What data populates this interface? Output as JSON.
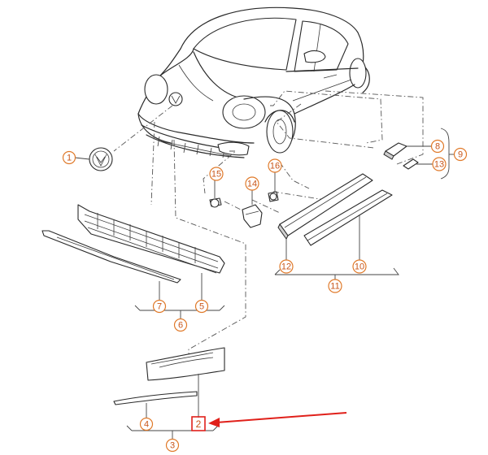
{
  "diagram": {
    "callouts": [
      {
        "id": "c1",
        "label": "1"
      },
      {
        "id": "c2",
        "label": "2",
        "highlighted": true
      },
      {
        "id": "c3",
        "label": "3"
      },
      {
        "id": "c4",
        "label": "4"
      },
      {
        "id": "c5",
        "label": "5"
      },
      {
        "id": "c6",
        "label": "6"
      },
      {
        "id": "c7",
        "label": "7"
      },
      {
        "id": "c8",
        "label": "8"
      },
      {
        "id": "c9",
        "label": "9"
      },
      {
        "id": "c10",
        "label": "10"
      },
      {
        "id": "c11",
        "label": "11"
      },
      {
        "id": "c12",
        "label": "12"
      },
      {
        "id": "c13",
        "label": "13"
      },
      {
        "id": "c14",
        "label": "14"
      },
      {
        "id": "c15",
        "label": "15"
      },
      {
        "id": "c16",
        "label": "16"
      }
    ],
    "colors": {
      "callout_ring": "#e07a2a",
      "callout_text": "#c8561a",
      "highlight": "#e0201a",
      "line": "#2a2a2a"
    }
  }
}
